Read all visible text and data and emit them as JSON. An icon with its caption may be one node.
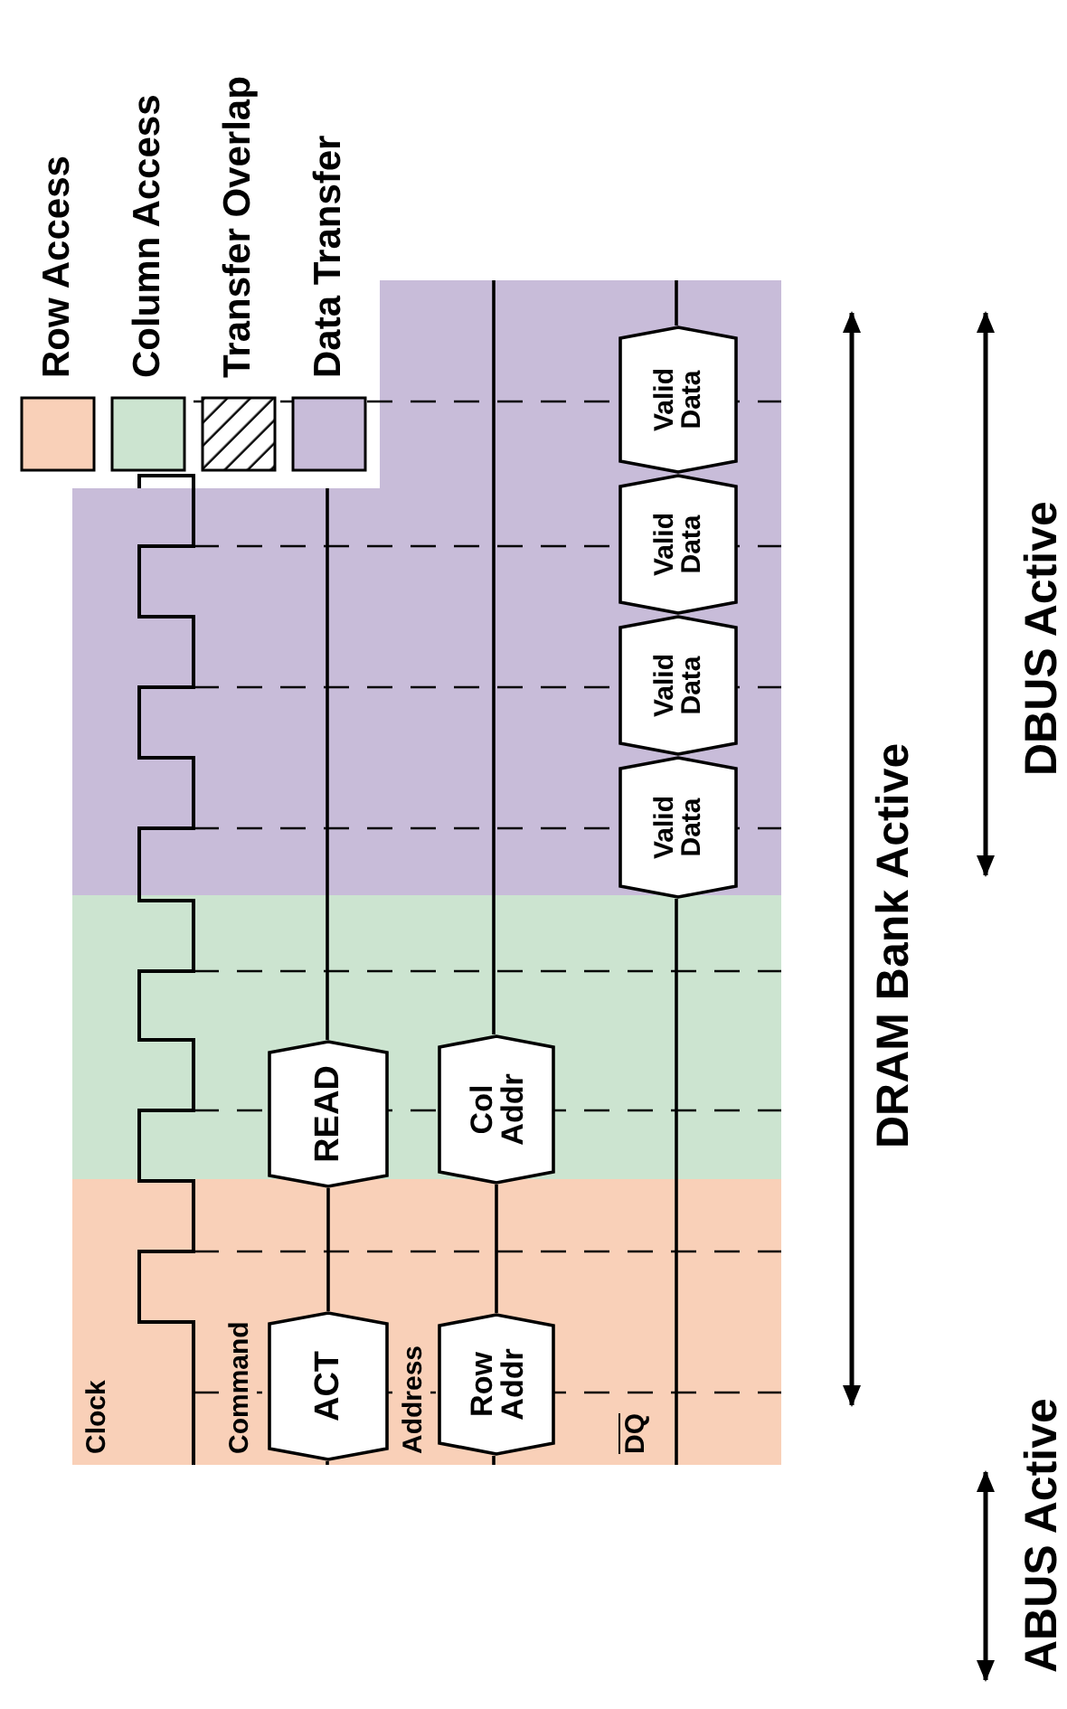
{
  "diagram": {
    "nodes": [
      {
        "text": [
          "ACT"
        ]
      },
      {
        "text": [
          "READ"
        ]
      },
      {
        "text": [
          "Row Addr"
        ]
      },
      {
        "text": [
          "Col Addr"
        ]
      },
      {
        "text": [
          "Valid Data"
        ]
      },
      {
        "text": [
          "Valid Data"
        ]
      },
      {
        "text": [
          "Valid Data"
        ]
      },
      {
        "text": [
          "Valid Data"
        ]
      }
    ],
    "edges": [
      {
        "from": 0,
        "to": 1,
        "arrow": "none"
      },
      {
        "from": 2,
        "to": 3,
        "arrow": "none"
      }
    ],
    "labels": [
      "Clock",
      "Command",
      "Address",
      "DQ",
      "DRAM Bank Active",
      "DBUS Active",
      "ABUS Active"
    ],
    "legend": [
      {
        "text": "Row Access",
        "color": "#f9d0b8"
      },
      {
        "text": "Column Access",
        "color": "#cce4d0"
      },
      {
        "text": "Transfer Overlap"
      },
      {
        "text": "Data Transfer",
        "color": "#c8bcd9"
      }
    ]
  }
}
